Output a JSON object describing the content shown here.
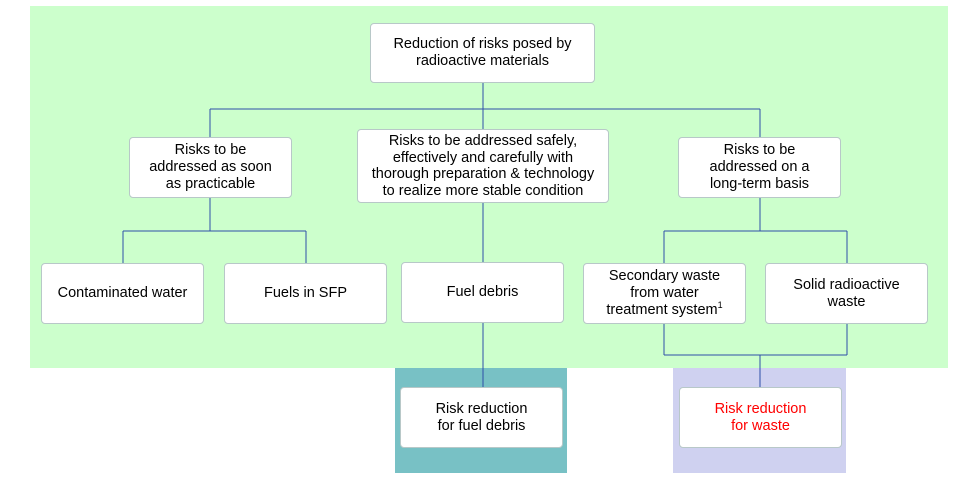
{
  "root": {
    "lines": [
      "Reduction of risks posed by",
      "radioactive materials"
    ]
  },
  "categories": {
    "soon": {
      "lines": [
        "Risks to be",
        "addressed as soon",
        "as practicable"
      ]
    },
    "careful": {
      "lines": [
        "Risks to be addressed safely,",
        "effectively and carefully with",
        "thorough preparation & technology",
        "to realize more stable condition"
      ]
    },
    "longterm": {
      "lines": [
        "Risks to be",
        "addressed on a",
        "long-term basis"
      ]
    }
  },
  "items": {
    "contaminated_water": "Contaminated water",
    "fuels_sfp": "Fuels in SFP",
    "fuel_debris": "Fuel debris",
    "secondary_waste": {
      "lines": [
        "Secondary waste",
        "from water",
        "treatment system"
      ],
      "footnote": "1"
    },
    "solid_waste": {
      "lines": [
        "Solid radioactive",
        "waste"
      ]
    }
  },
  "outcomes": {
    "fuel_debris": {
      "lines": [
        "Risk reduction",
        "for fuel debris"
      ]
    },
    "waste": {
      "lines": [
        "Risk reduction",
        "for waste"
      ]
    }
  },
  "colors": {
    "main_panel": "#ccffcc",
    "fuel_panel": "#78c1c5",
    "waste_panel": "#cfd1f0",
    "connector": "#2e4fa8",
    "waste_text": "#ff0000"
  }
}
